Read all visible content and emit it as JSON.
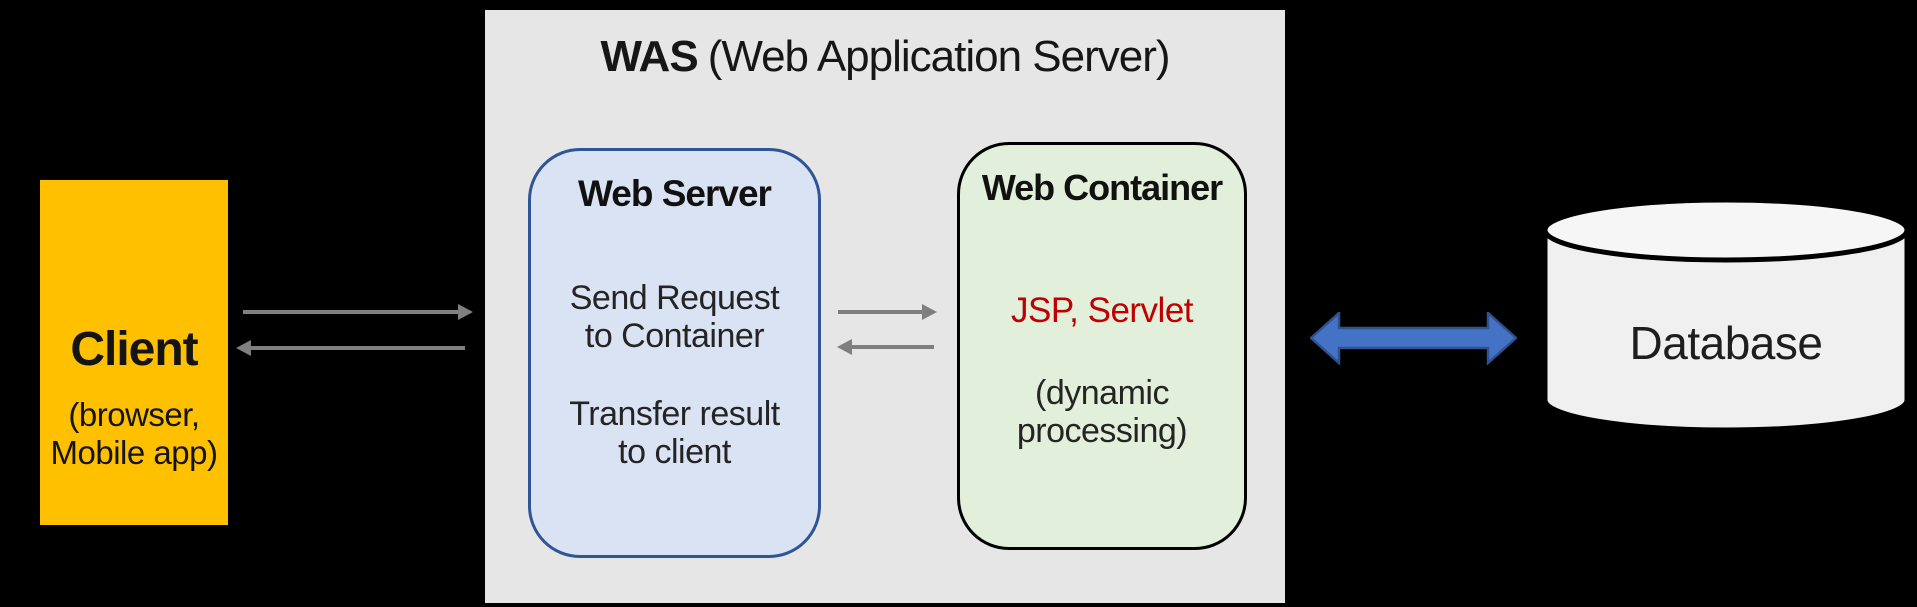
{
  "was": {
    "title_abbr": "WAS",
    "title_rest": "(Web Application Server)"
  },
  "client": {
    "title": "Client",
    "subtitle_line1": "(browser,",
    "subtitle_line2": "Mobile app)"
  },
  "web_server": {
    "title": "Web Server",
    "note1_line1": "Send Request",
    "note1_line2": "to Container",
    "note2_line1": "Transfer result",
    "note2_line2": "to client"
  },
  "web_container": {
    "title": "Web Container",
    "tech": "JSP, Servlet",
    "desc_line1": "(dynamic",
    "desc_line2": "processing)"
  },
  "database": {
    "label": "Database"
  },
  "colors": {
    "background": "#000000",
    "was_panel_fill": "#E7E6E6",
    "client_fill": "#FFC000",
    "web_server_fill": "#DAE3F3",
    "web_server_border": "#2F5597",
    "web_container_fill": "#E2EFDA",
    "web_container_border": "#000000",
    "tech_text": "#C00000",
    "gray_arrow": "#7F7F7F",
    "db_arrow_fill": "#4472C4",
    "db_arrow_border": "#2F528F",
    "database_fill": "#F2F2F2"
  }
}
